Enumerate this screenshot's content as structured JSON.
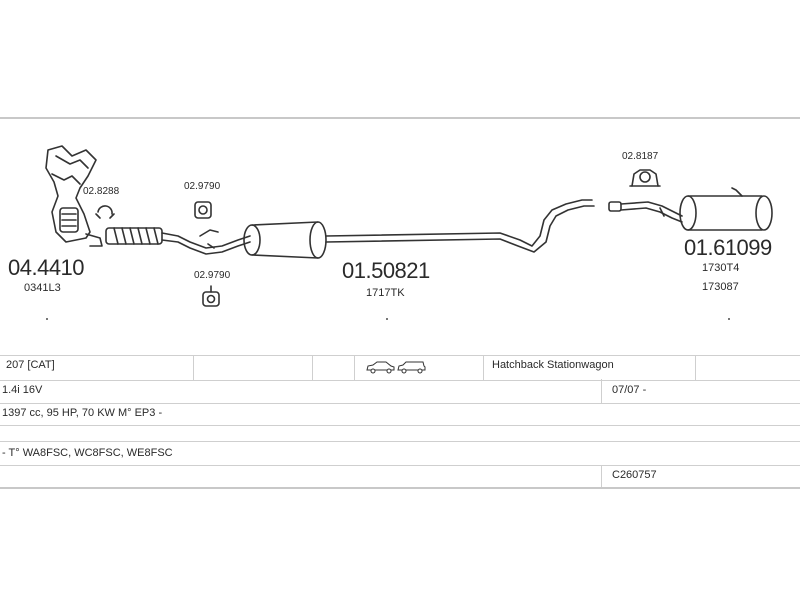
{
  "parts": {
    "manifold_code": "04.4410",
    "manifold_sub": "0341L3",
    "clamp1_code": "02.8288",
    "mount1_code": "02.9790",
    "mount2_code": "02.9790",
    "middle_code": "01.50821",
    "middle_sub": "1717TK",
    "rear_mount_code": "02.8187",
    "rear_code": "01.61099",
    "rear_sub1": "1730T4",
    "rear_sub2": "173087"
  },
  "table": {
    "model": "207  [CAT]",
    "body_types": "Hatchback Stationwagon",
    "engine": "1.4i 16V",
    "date": "07/07 -",
    "specs": "1397 cc, 95 HP, 70 KW M° EP3 -",
    "codes": "- T° WA8FSC, WC8FSC, WE8FSC",
    "ref": "C260757"
  },
  "icons": [
    "hatchback-car-icon",
    "stationwagon-car-icon"
  ],
  "colors": {
    "line": "#333333",
    "grid": "#cfcfcf",
    "frame": "#c8c8c8"
  }
}
